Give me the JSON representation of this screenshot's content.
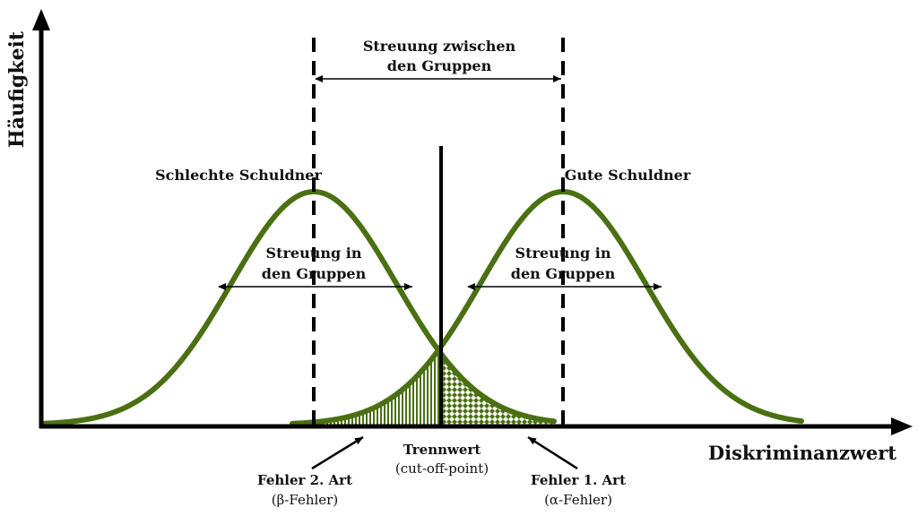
{
  "labels": {
    "y_axis": "Häufigkeit",
    "x_axis": "Diskriminanzwert",
    "between_groups_line1": "Streuung zwischen",
    "between_groups_line2": "den Gruppen",
    "bad_debtors": "Schlechte Schuldner",
    "good_debtors": "Gute Schuldner",
    "within_left_line1": "Streuung in",
    "within_left_line2": "den Gruppen",
    "within_right_line1": "Streuung in",
    "within_right_line2": "den Gruppen",
    "cutoff_line1": "Trennwert",
    "cutoff_line2": "(cut-off-point)",
    "type2_line1": "Fehler 2. Art",
    "type2_line2": "(β-Fehler)",
    "type1_line1": "Fehler 1. Art",
    "type1_line2": "(α-Fehler)"
  },
  "colors": {
    "curve": "#4a7012",
    "ink": "#000000"
  }
}
